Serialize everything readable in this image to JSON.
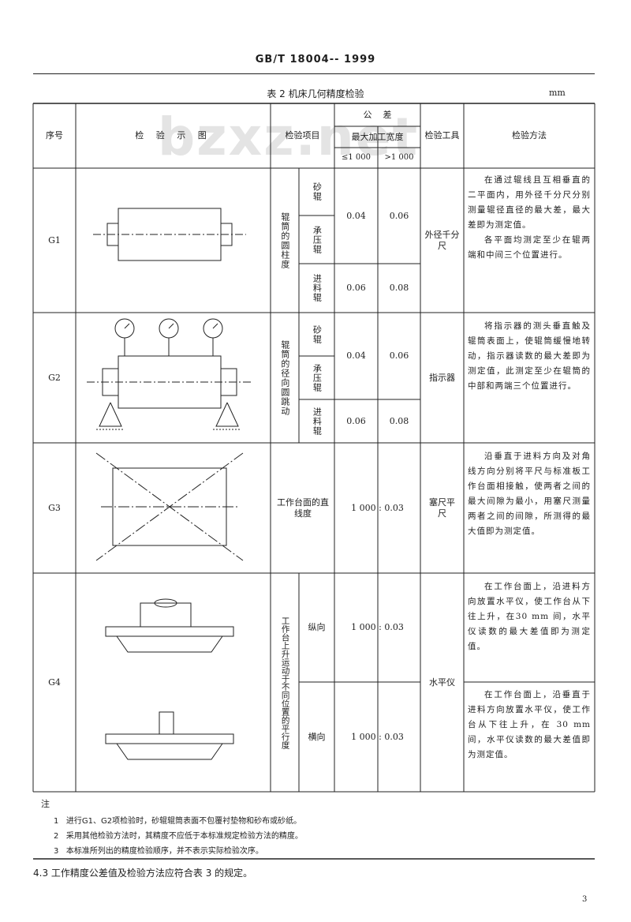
{
  "header": {
    "standard_no": "GB/T 18004-- 1999"
  },
  "watermark": "bzxz.net",
  "table": {
    "caption": "表 2   机床几何精度检验",
    "unit": "mm",
    "columns": {
      "no": "序号",
      "diagram": "检 验 示 图",
      "item": "检验项目",
      "tolerance": "公    差",
      "max_width": "最大加工宽度",
      "w_le": "≤1 000",
      "w_gt": ">1 000",
      "tool": "检验工具",
      "method": "检验方法"
    },
    "rows": [
      {
        "no": "G1",
        "item": "辊筒的圆柱度",
        "subs": [
          {
            "name": "砂辊"
          },
          {
            "name": "承压辊"
          },
          {
            "name": "进料辊"
          }
        ],
        "tol_a": [
          "0.04",
          "0.06"
        ],
        "tol_b": [
          "0.06",
          "0.08"
        ],
        "tool": "外径千分尺",
        "method": [
          "在通过辊线且互相垂直的二平面内，用外径千分尺分别测量辊径直径的最大差，最大差即为测定值。",
          "各平面均测定至少在辊两端和中间三个位置进行。"
        ]
      },
      {
        "no": "G2",
        "item": "辊筒的径向圆跳动",
        "subs": [
          {
            "name": "砂辊"
          },
          {
            "name": "承压辊"
          },
          {
            "name": "进料辊"
          }
        ],
        "tol_a": [
          "0.04",
          "0.06"
        ],
        "tol_b": [
          "0.06",
          "0.08"
        ],
        "tool": "指示器",
        "method": [
          "将指示器的测头垂直触及辊筒表面上，使辊筒缓慢地转动，指示器读数的最大差即为测定值，此测定至少在辊筒的中部和两端三个位置进行。"
        ]
      },
      {
        "no": "G3",
        "item": "工作台面的直线度",
        "tol": "1 000 : 0.03",
        "tool": "塞尺平尺",
        "method": [
          "沿垂直于进料方向及对角线方向分别将平尺与标准板工作台面相接触，使两者之间的最大间隙为最小，用塞尺测量两者之间的间隙，所测得的最大值即为测定值。"
        ]
      },
      {
        "no": "G4",
        "item": "工作台上升运动于不同位置的平行度",
        "sub_a": "纵向",
        "sub_b": "横向",
        "tol_a": "1 000 : 0.03",
        "tol_b": "1 000 : 0.03",
        "tool": "水平仪",
        "method_a": [
          "在工作台面上，沿进料方向放置水平仪，使工作台从下往上升，在30 mm 间，水平仪读数的最大差值即为测定值。"
        ],
        "method_b": [
          "在工作台面上，沿垂直于进料方向放置水平仪，使工作台从下往上升，在 30 mm 间，水平仪读数的最大差值即为测定值。"
        ]
      }
    ],
    "notes": {
      "label": "注",
      "items": [
        {
          "n": "1",
          "text": "进行G1、G2项检验时，砂辊辊筒表面不包覆衬垫物和砂布或砂纸。"
        },
        {
          "n": "2",
          "text": "采用其他检验方法时，其精度不应低于本标准规定检验方法的精度。"
        },
        {
          "n": "3",
          "text": "本标准所列出的精度检验顺序，并不表示实际检验次序。"
        }
      ]
    }
  },
  "section_text": "4.3  工作精度公差值及检验方法应符合表 3 的规定。",
  "page_number": "3"
}
